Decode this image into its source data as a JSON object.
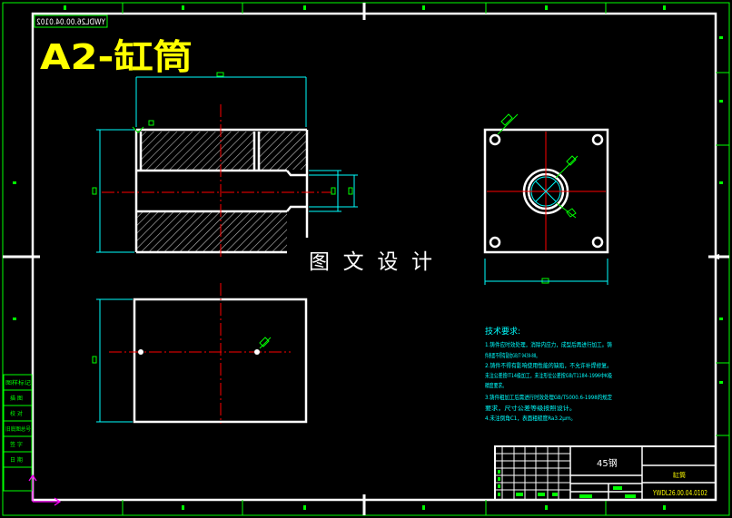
{
  "sheet": {
    "title": "A2-缸筒",
    "mirrored_code": "YWDL26.00.04.0102",
    "watermark": "图文设计"
  },
  "tech_requirements": {
    "heading": "技术要求:",
    "lines": [
      "1.铸件应时效处理，消除内应力，成型后再进行加工。铸",
      "件表面不得有裂纹GB/T 9439-88。",
      "2.铸件不得有影响使用性能的缺陷，不允许补焊修复。",
      "未注公差按IT14级加工，未注形位公差按GB/T1184-1996中K级",
      "精度要求。",
      "3.铸件粗加工后需进行时效处理GB/T5000.6-1998的规定",
      "要求，尺寸公差等级按照设计。",
      "4.未注倒角C1，表面粗糙度Ra3.2μm。"
    ]
  },
  "title_block": {
    "material": "45钢",
    "part_name": "缸筒",
    "drawing_number": "YWDL26.00.04.0102"
  },
  "side_panel": {
    "labels": [
      "图样标记",
      "描 图",
      "校 对",
      "旧底图总号",
      "签 字",
      "日 期"
    ]
  },
  "colors": {
    "background": "#000000",
    "outline": "#ffffff",
    "centerline": "#ff0000",
    "dimension": "#00ffff",
    "leader": "#00ff00",
    "title": "#ffff00",
    "ucs": "#ff00ff"
  }
}
